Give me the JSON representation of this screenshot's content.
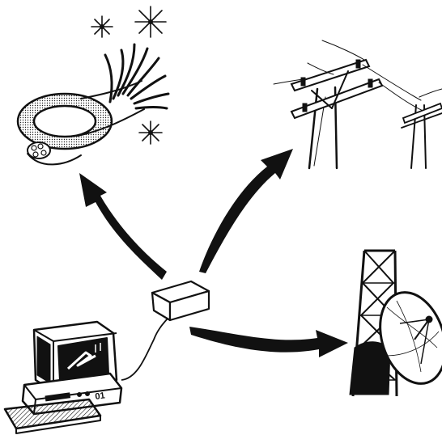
{
  "diagram": {
    "hub": {
      "label": "",
      "icon": "modem-box-icon"
    },
    "nodes": [
      {
        "id": "computer",
        "icon": "desktop-computer-icon",
        "label": "",
        "panel_text": "01"
      },
      {
        "id": "fiber",
        "icon": "fiber-optic-cable-icon",
        "label": ""
      },
      {
        "id": "poles",
        "icon": "telephone-poles-icon",
        "label": ""
      },
      {
        "id": "dish",
        "icon": "satellite-dish-tower-icon",
        "label": ""
      }
    ],
    "connections": [
      {
        "from": "hub",
        "to": "fiber",
        "style": "curved-arrow"
      },
      {
        "from": "hub",
        "to": "poles",
        "style": "curved-arrow"
      },
      {
        "from": "hub",
        "to": "dish",
        "style": "curved-arrow"
      },
      {
        "from": "computer",
        "to": "hub",
        "style": "cable"
      }
    ],
    "colors": {
      "ink": "#111111",
      "paper": "#ffffff"
    }
  }
}
